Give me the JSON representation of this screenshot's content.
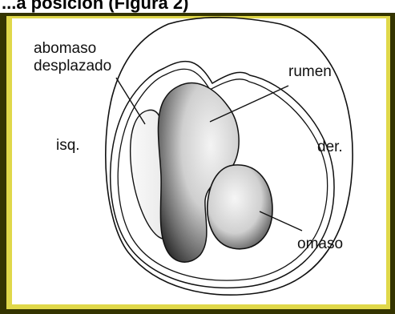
{
  "header_fragment": "...a posición (Figura 2)",
  "labels": {
    "abomaso_line1": "abomaso",
    "abomaso_line2": "desplazado",
    "rumen": "rumen",
    "izquierda": "isq.",
    "derecha": "der.",
    "omaso": "omaso"
  },
  "colors": {
    "frame_outer": "#343400",
    "frame_inner": "#e0d84a",
    "background": "#ffffff",
    "ink": "#111111"
  }
}
